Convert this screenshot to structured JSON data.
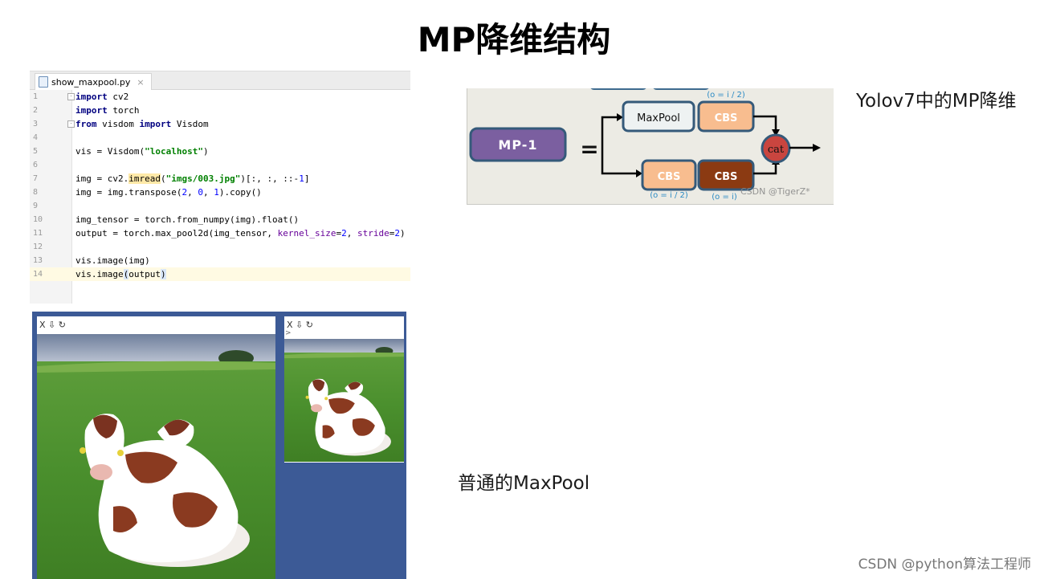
{
  "page": {
    "title": "MP降维结构",
    "side_label": "Yolov7中的MP降维",
    "maxpool_label": "普通的MaxPool",
    "footer": "CSDN @python算法工程师"
  },
  "editor": {
    "tab_name": "show_maxpool.py",
    "tab_close": "×",
    "lines": [
      {
        "n": "1",
        "text": "import cv2"
      },
      {
        "n": "2",
        "text": "import torch"
      },
      {
        "n": "3",
        "text": "from visdom import Visdom"
      },
      {
        "n": "4",
        "text": ""
      },
      {
        "n": "5",
        "text": "vis = Visdom(\"localhost\")"
      },
      {
        "n": "6",
        "text": ""
      },
      {
        "n": "7",
        "text": "img = cv2.imread(\"imgs/003.jpg\")[:, :, ::-1]"
      },
      {
        "n": "8",
        "text": "img = img.transpose(2, 0, 1).copy()"
      },
      {
        "n": "9",
        "text": ""
      },
      {
        "n": "10",
        "text": "img_tensor = torch.from_numpy(img).float()"
      },
      {
        "n": "11",
        "text": "output = torch.max_pool2d(img_tensor, kernel_size=2, stride=2)"
      },
      {
        "n": "12",
        "text": ""
      },
      {
        "n": "13",
        "text": "vis.image(img)"
      },
      {
        "n": "14",
        "text": "vis.image(output)"
      }
    ]
  },
  "visdom": {
    "pane_controls": "X ⇩ ↻",
    "pane_prompt": ">"
  },
  "diagram": {
    "mp1_label": "MP-1",
    "equals": "=",
    "maxpool": "MaxPool",
    "cbs_top": "CBS",
    "cbs_bottom_left": "CBS",
    "cbs_bottom_right": "CBS",
    "cat": "cat",
    "note_top": "(o = i / 2)",
    "note_bottom_left": "(o = i / 2)",
    "note_bottom_right": "(o = i)",
    "watermark": "CSDN @TigerZ*",
    "colors": {
      "mp1_fill": "#7b5fa0",
      "cbs_light": "#f8bd8f",
      "cbs_dark": "#8b3a12",
      "cat_fill": "#c9453f",
      "border": "#355a7a"
    }
  }
}
